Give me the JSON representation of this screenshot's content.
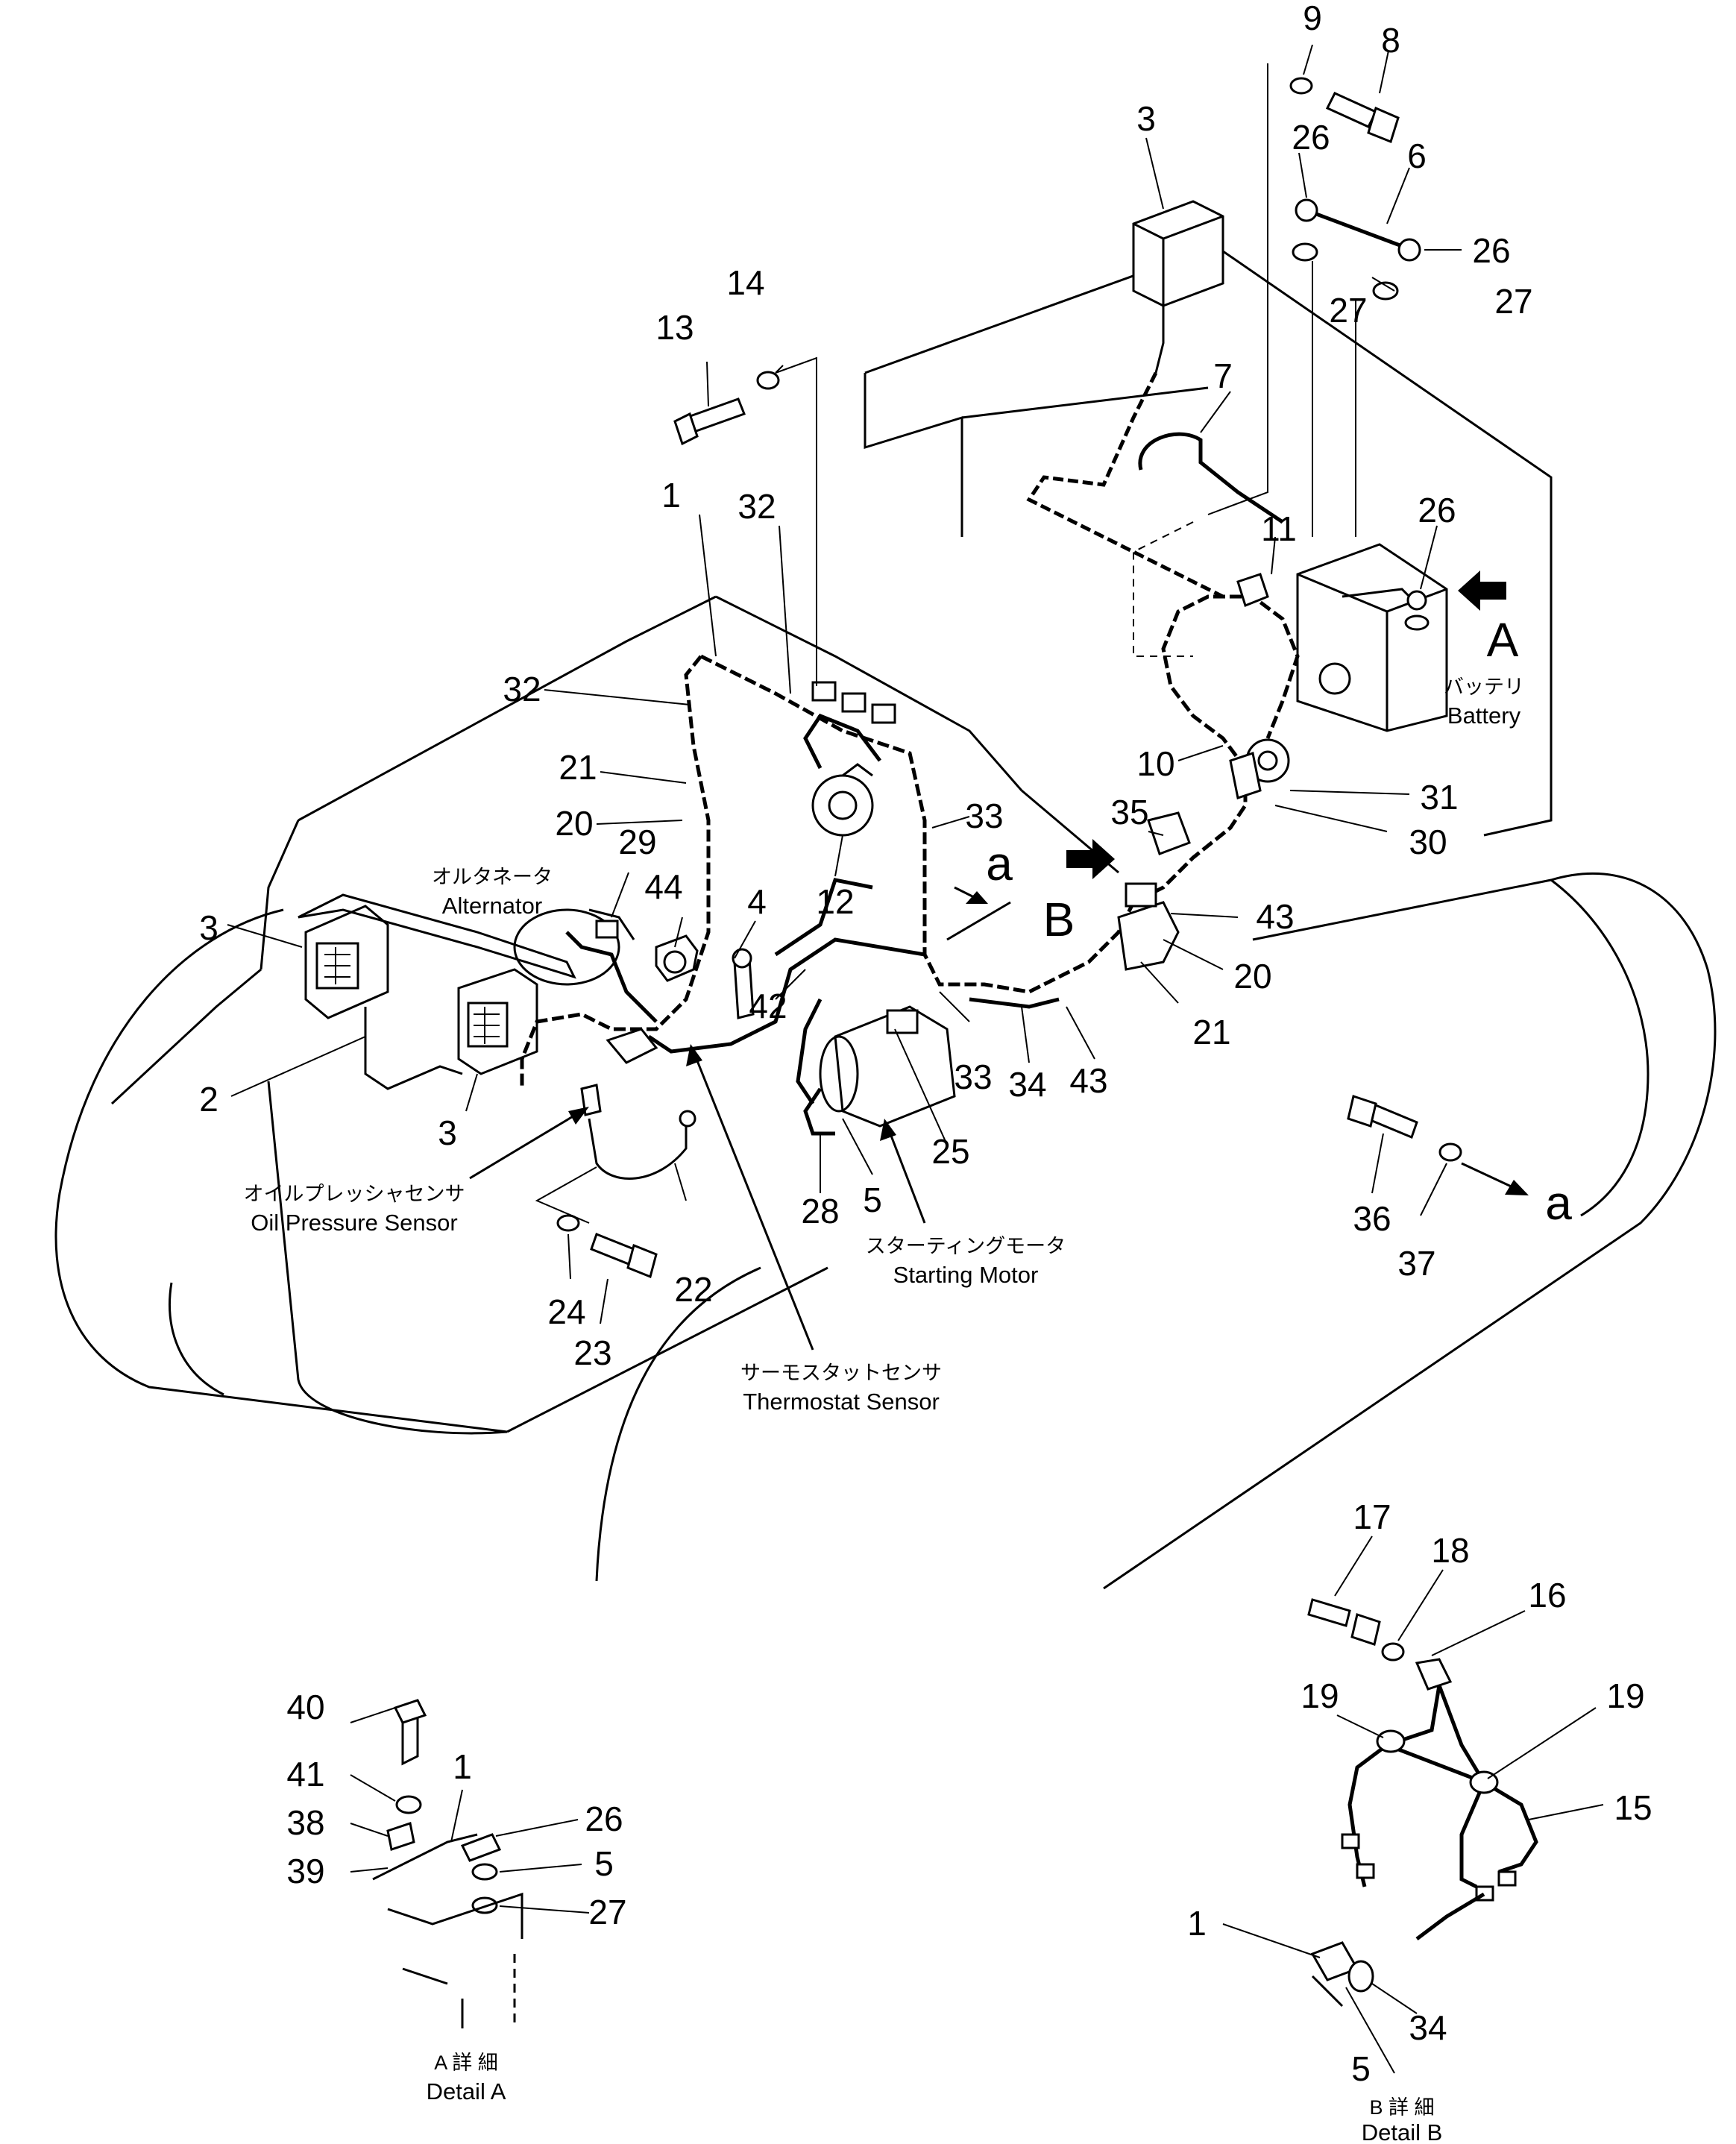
{
  "callouts": [
    "1",
    "2",
    "3",
    "4",
    "5",
    "6",
    "7",
    "8",
    "9",
    "10",
    "11",
    "12",
    "13",
    "14",
    "15",
    "16",
    "17",
    "18",
    "19",
    "20",
    "21",
    "22",
    "23",
    "24",
    "25",
    "26",
    "27",
    "28",
    "29",
    "30",
    "31",
    "32",
    "33",
    "34",
    "35",
    "36",
    "37",
    "38",
    "39",
    "40",
    "41",
    "42",
    "43",
    "44"
  ],
  "labels": {
    "alternator_jp": "オルタネータ",
    "alternator_en": "Alternator",
    "battery_jp": "バッテリ",
    "battery_en": "Battery",
    "oil_pressure_jp": "オイルプレッシャセンサ",
    "oil_pressure_en": "Oil Pressure Sensor",
    "starting_motor_jp": "スターティングモータ",
    "starting_motor_en": "Starting Motor",
    "thermostat_jp": "サーモスタットセンサ",
    "thermostat_en": "Thermostat Sensor",
    "detail_a_jp": "A 詳 細",
    "detail_a_en": "Detail A",
    "detail_b_jp": "B 詳 細",
    "detail_b_en": "Detail B"
  },
  "markers": {
    "a": "a",
    "A": "A",
    "B": "B"
  }
}
